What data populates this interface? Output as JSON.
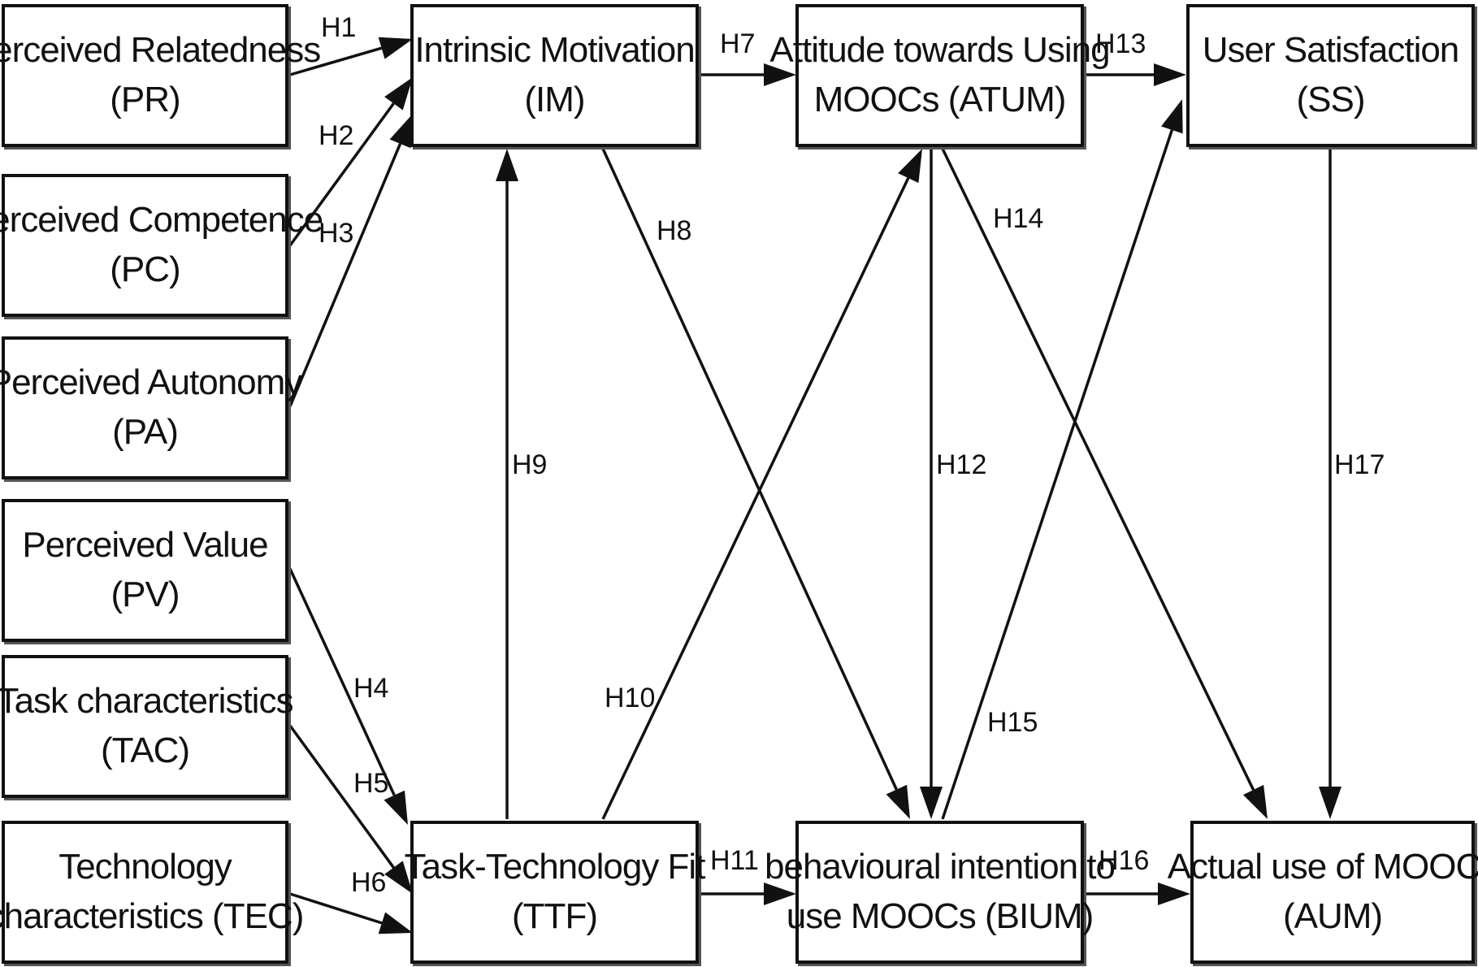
{
  "nodes": {
    "pr": {
      "line1": "Perceived Relatedness",
      "line2": "(PR)"
    },
    "pc": {
      "line1": "Perceived Competence",
      "line2": "(PC)"
    },
    "pa": {
      "line1": "Perceived Autonomy",
      "line2": "(PA)"
    },
    "pv": {
      "line1": "Perceived Value",
      "line2": "(PV)"
    },
    "tac": {
      "line1": "Task characteristics",
      "line2": "(TAC)"
    },
    "tec": {
      "line1": "Technology",
      "line2": "characteristics (TEC)"
    },
    "im": {
      "line1": "Intrinsic Motivation",
      "line2": "(IM)"
    },
    "ttf": {
      "line1": "Task-Technology Fit",
      "line2": "(TTF)"
    },
    "atum": {
      "line1": "Attitude towards Using",
      "line2": "MOOCs (ATUM)"
    },
    "bium": {
      "line1": "behavioural intention to",
      "line2": "use  MOOCs (BIUM)"
    },
    "ss": {
      "line1": "User Satisfaction",
      "line2": "(SS)"
    },
    "aum": {
      "line1": "Actual use of MOOCs",
      "line2": "(AUM)"
    }
  },
  "hypotheses": [
    {
      "id": "H1",
      "from": "pr",
      "to": "im"
    },
    {
      "id": "H2",
      "from": "pc",
      "to": "im"
    },
    {
      "id": "H3",
      "from": "pa",
      "to": "im"
    },
    {
      "id": "H4",
      "from": "pv",
      "to": "ttf"
    },
    {
      "id": "H5",
      "from": "tac",
      "to": "ttf"
    },
    {
      "id": "H6",
      "from": "tec",
      "to": "ttf"
    },
    {
      "id": "H7",
      "from": "im",
      "to": "atum"
    },
    {
      "id": "H8",
      "from": "im",
      "to": "bium"
    },
    {
      "id": "H9",
      "from": "ttf",
      "to": "im"
    },
    {
      "id": "H10",
      "from": "ttf",
      "to": "atum"
    },
    {
      "id": "H11",
      "from": "ttf",
      "to": "bium"
    },
    {
      "id": "H12",
      "from": "atum",
      "to": "bium"
    },
    {
      "id": "H13",
      "from": "atum",
      "to": "ss"
    },
    {
      "id": "H14",
      "from": "atum",
      "to": "aum"
    },
    {
      "id": "H15",
      "from": "bium",
      "to": "ss"
    },
    {
      "id": "H16",
      "from": "bium",
      "to": "aum"
    },
    {
      "id": "H17",
      "from": "ss",
      "to": "aum"
    }
  ]
}
